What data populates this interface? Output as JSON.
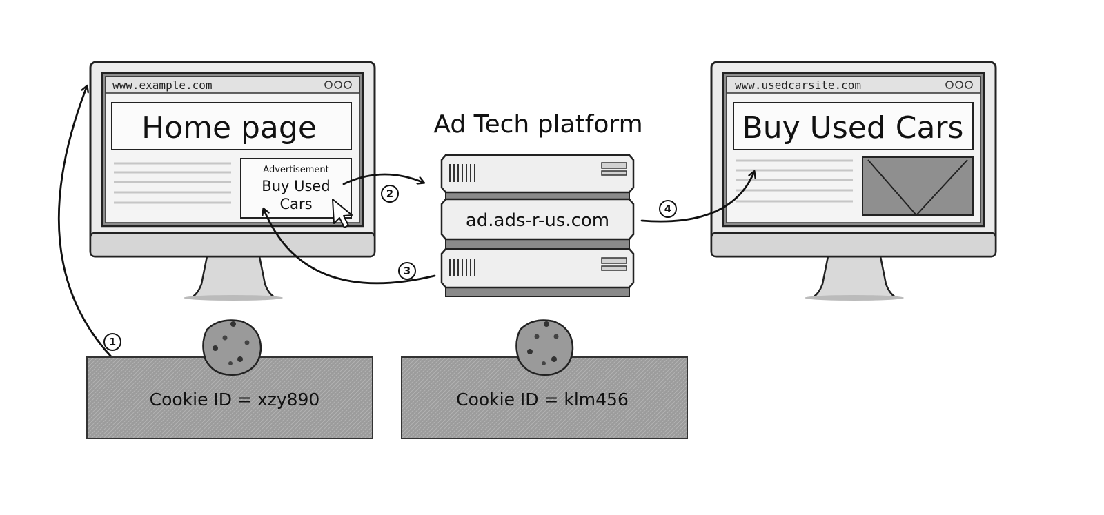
{
  "left_monitor": {
    "url": "www.example.com",
    "heading": "Home page",
    "ad_caption": "Advertisement",
    "ad_text_line1": "Buy Used",
    "ad_text_line2": "Cars"
  },
  "right_monitor": {
    "url": "www.usedcarsite.com",
    "heading": "Buy Used Cars"
  },
  "platform": {
    "title": "Ad Tech platform",
    "server_label": "ad.ads-r-us.com"
  },
  "steps": [
    "1",
    "2",
    "3",
    "4"
  ],
  "cookies": {
    "left": "Cookie ID = xzy890",
    "middle": "Cookie ID = klm456"
  }
}
